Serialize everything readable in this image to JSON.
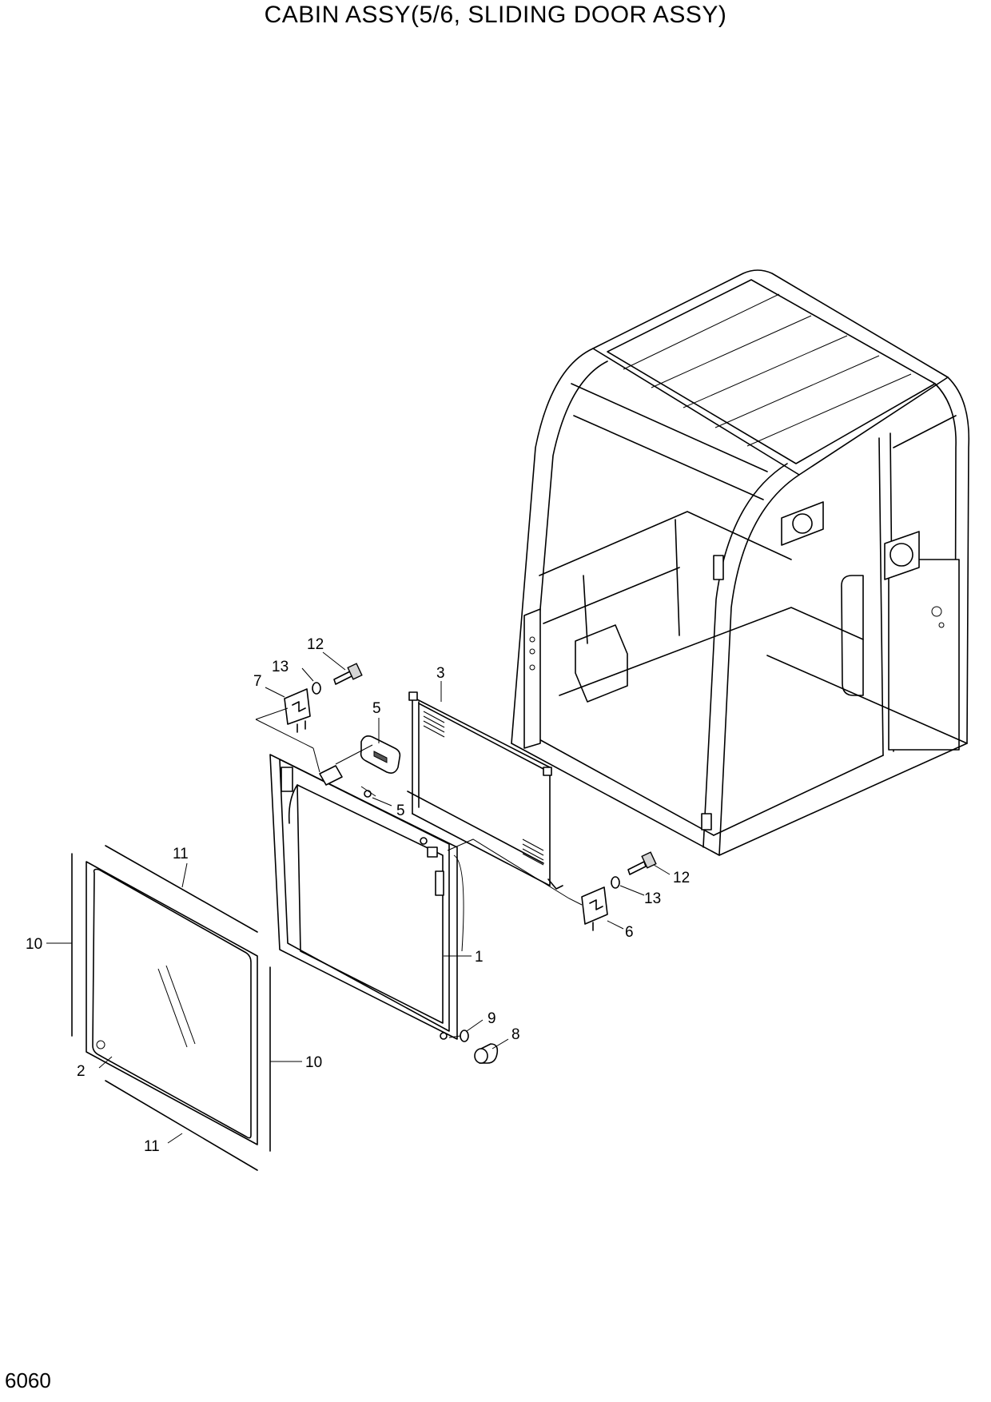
{
  "header": {
    "title": "CABIN ASSY(5/6, SLIDING DOOR ASSY)"
  },
  "footer": {
    "page_number": "6060"
  },
  "callouts": [
    "12",
    "13",
    "7",
    "5",
    "3",
    "5",
    "11",
    "10",
    "1",
    "2",
    "10",
    "11",
    "12",
    "13",
    "6",
    "9",
    "8"
  ]
}
